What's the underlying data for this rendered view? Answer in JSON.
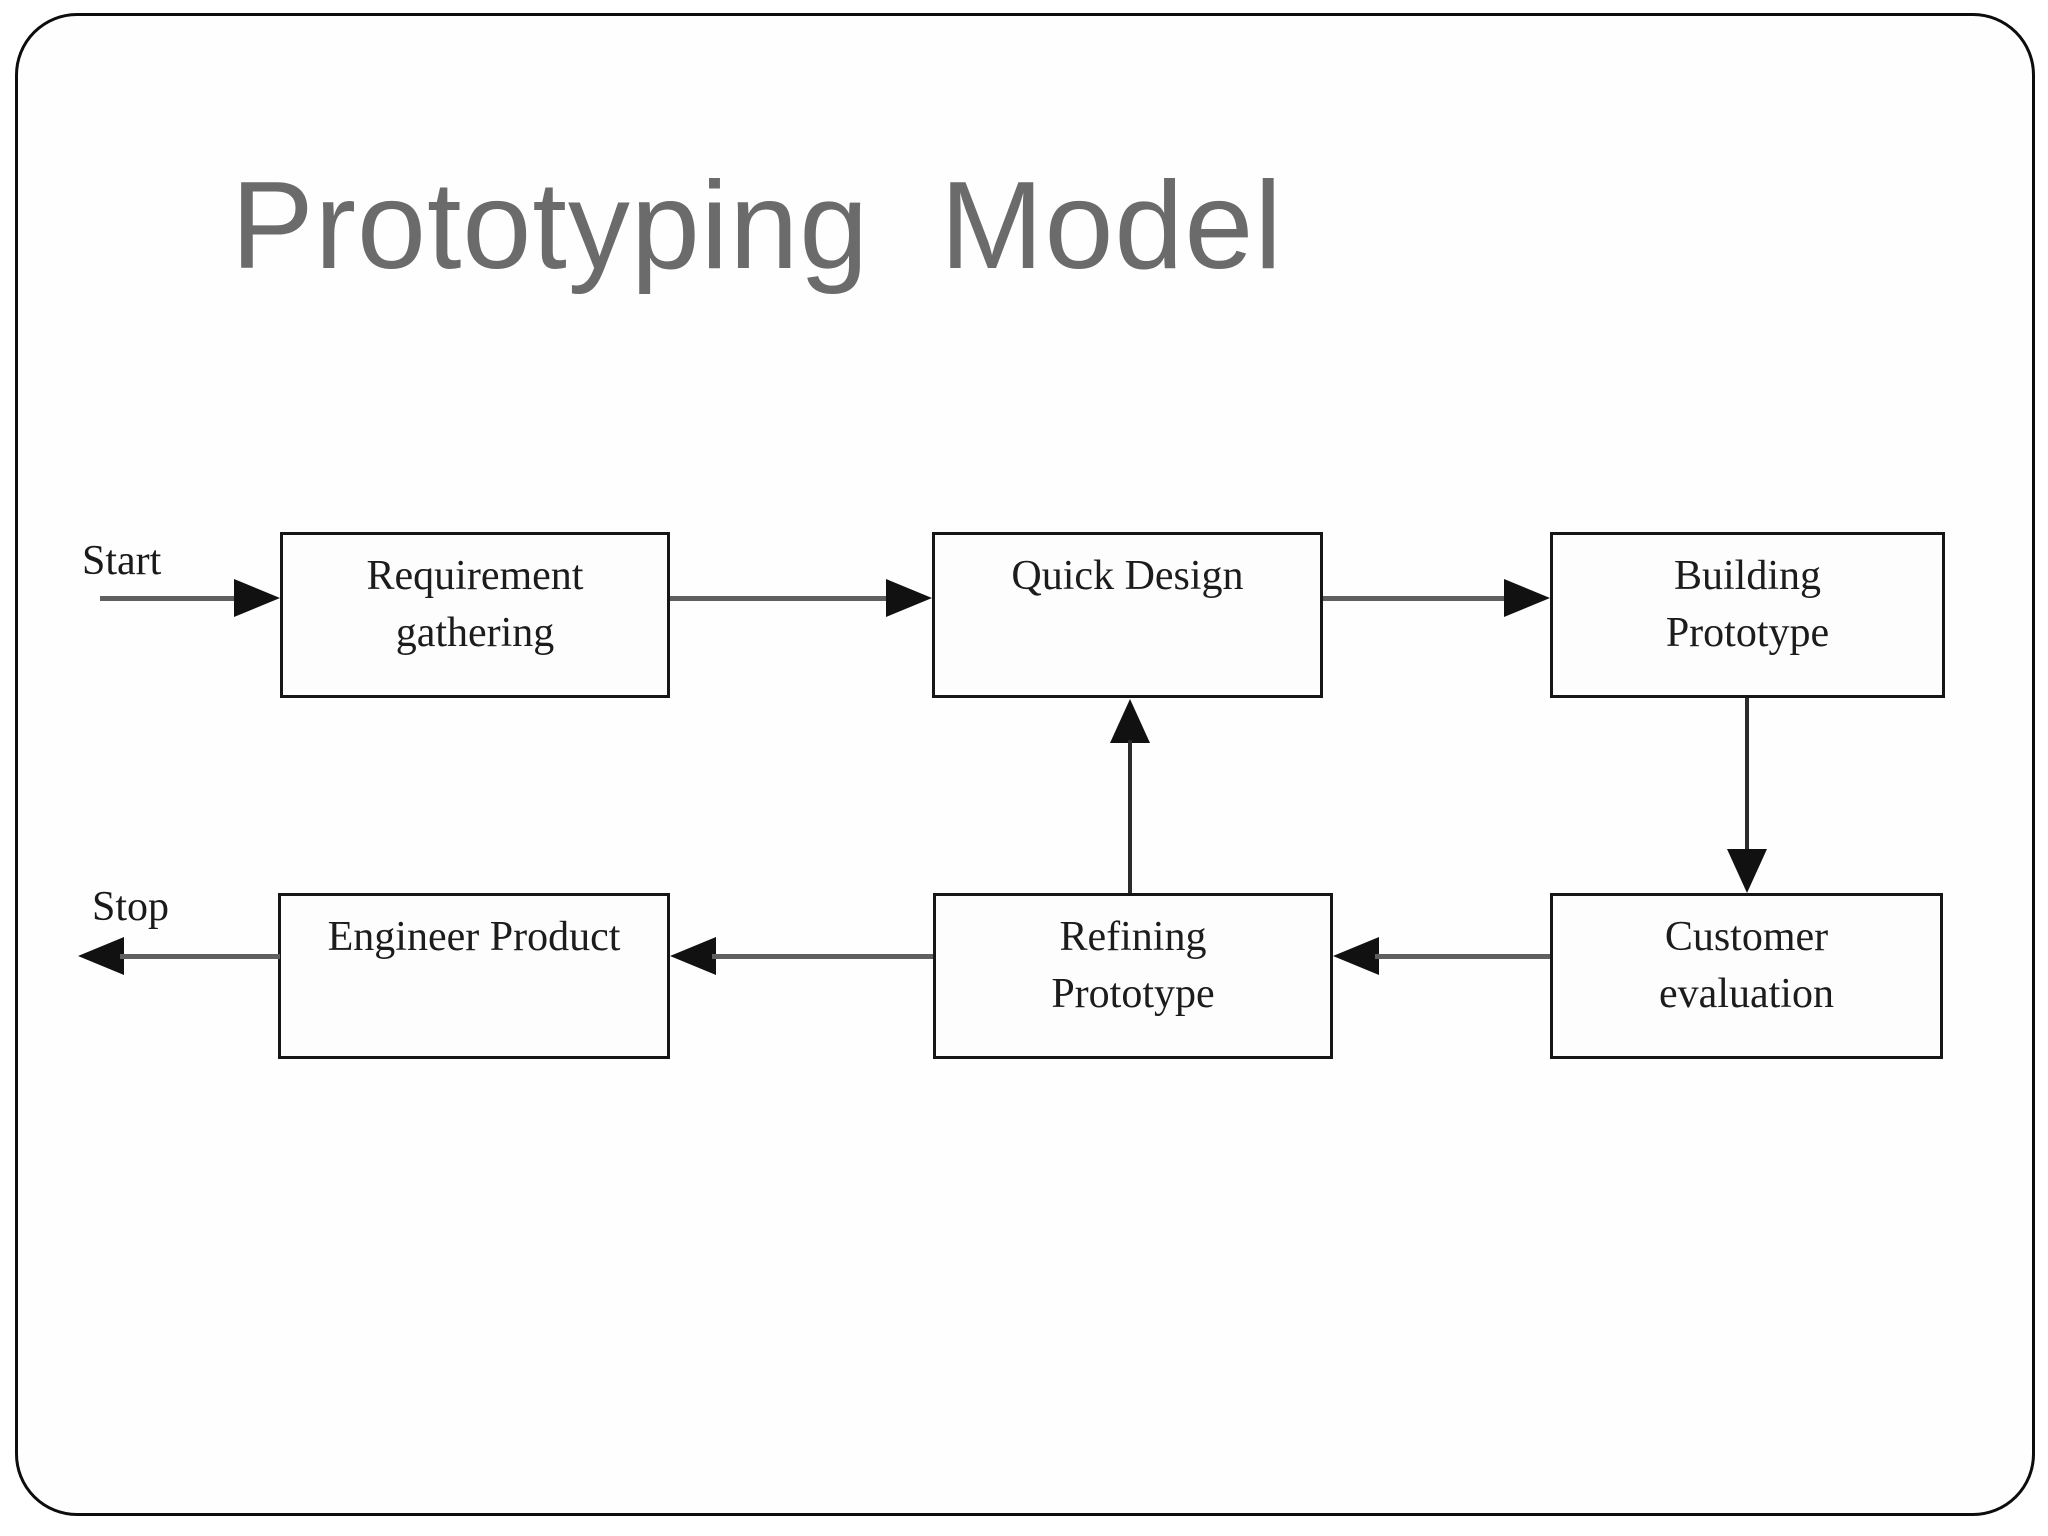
{
  "slide": {
    "title": "Prototyping  Model"
  },
  "labels": {
    "start": "Start",
    "stop": "Stop"
  },
  "nodes": {
    "requirement": {
      "label": "Requirement\ngathering"
    },
    "quick_design": {
      "label": "Quick Design"
    },
    "building": {
      "label": "Building\nPrototype"
    },
    "engineer": {
      "label": "Engineer Product"
    },
    "refining": {
      "label": "Refining\nPrototype"
    },
    "customer": {
      "label": "Customer\nevaluation"
    }
  },
  "edges": [
    {
      "from": "Start",
      "to": "Requirement gathering",
      "direction": "right"
    },
    {
      "from": "Requirement gathering",
      "to": "Quick Design",
      "direction": "right"
    },
    {
      "from": "Quick Design",
      "to": "Building Prototype",
      "direction": "right"
    },
    {
      "from": "Building Prototype",
      "to": "Customer evaluation",
      "direction": "down"
    },
    {
      "from": "Customer evaluation",
      "to": "Refining Prototype",
      "direction": "left"
    },
    {
      "from": "Refining Prototype",
      "to": "Quick Design",
      "direction": "up"
    },
    {
      "from": "Refining Prototype",
      "to": "Engineer Product",
      "direction": "left"
    },
    {
      "from": "Engineer Product",
      "to": "Stop",
      "direction": "left"
    }
  ],
  "colors": {
    "title_text": "#6b6b6b",
    "box_border": "#161616",
    "box_text": "#1c1c1c",
    "frame_border": "#0d0d0d",
    "connector_line": "#5f5f5f",
    "arrowhead": "#111111",
    "background": "#ffffff"
  }
}
